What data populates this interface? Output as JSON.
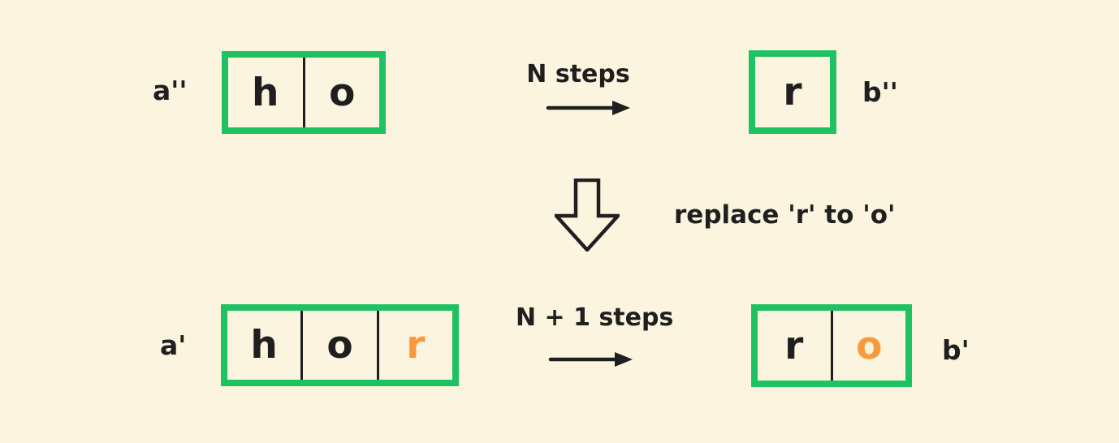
{
  "colors": {
    "background": "#FBF4DE",
    "box_border_green": "#1FC263",
    "accent_orange": "#F79A3D",
    "ink": "#1F1F1F"
  },
  "top_row": {
    "source_label": "a''",
    "source_box": {
      "cells": [
        {
          "char": "h",
          "color": "#1F1F1F"
        },
        {
          "char": "o",
          "color": "#1F1F1F"
        }
      ]
    },
    "step_label": "N steps",
    "arrow_icon": "right-arrow-icon",
    "result_box": {
      "cells": [
        {
          "char": "r",
          "color": "#1F1F1F"
        }
      ]
    },
    "result_label": "b''"
  },
  "transform": {
    "arrow_icon": "down-block-arrow-icon",
    "note": "replace 'r' to 'o'"
  },
  "bottom_row": {
    "source_label": "a'",
    "source_box": {
      "cells": [
        {
          "char": "h",
          "color": "#1F1F1F"
        },
        {
          "char": "o",
          "color": "#1F1F1F"
        },
        {
          "char": "r",
          "color": "#F79A3D"
        }
      ]
    },
    "step_label": "N + 1 steps",
    "arrow_icon": "right-arrow-icon",
    "result_box": {
      "cells": [
        {
          "char": "r",
          "color": "#1F1F1F"
        },
        {
          "char": "o",
          "color": "#F79A3D"
        }
      ]
    },
    "result_label": "b'"
  }
}
